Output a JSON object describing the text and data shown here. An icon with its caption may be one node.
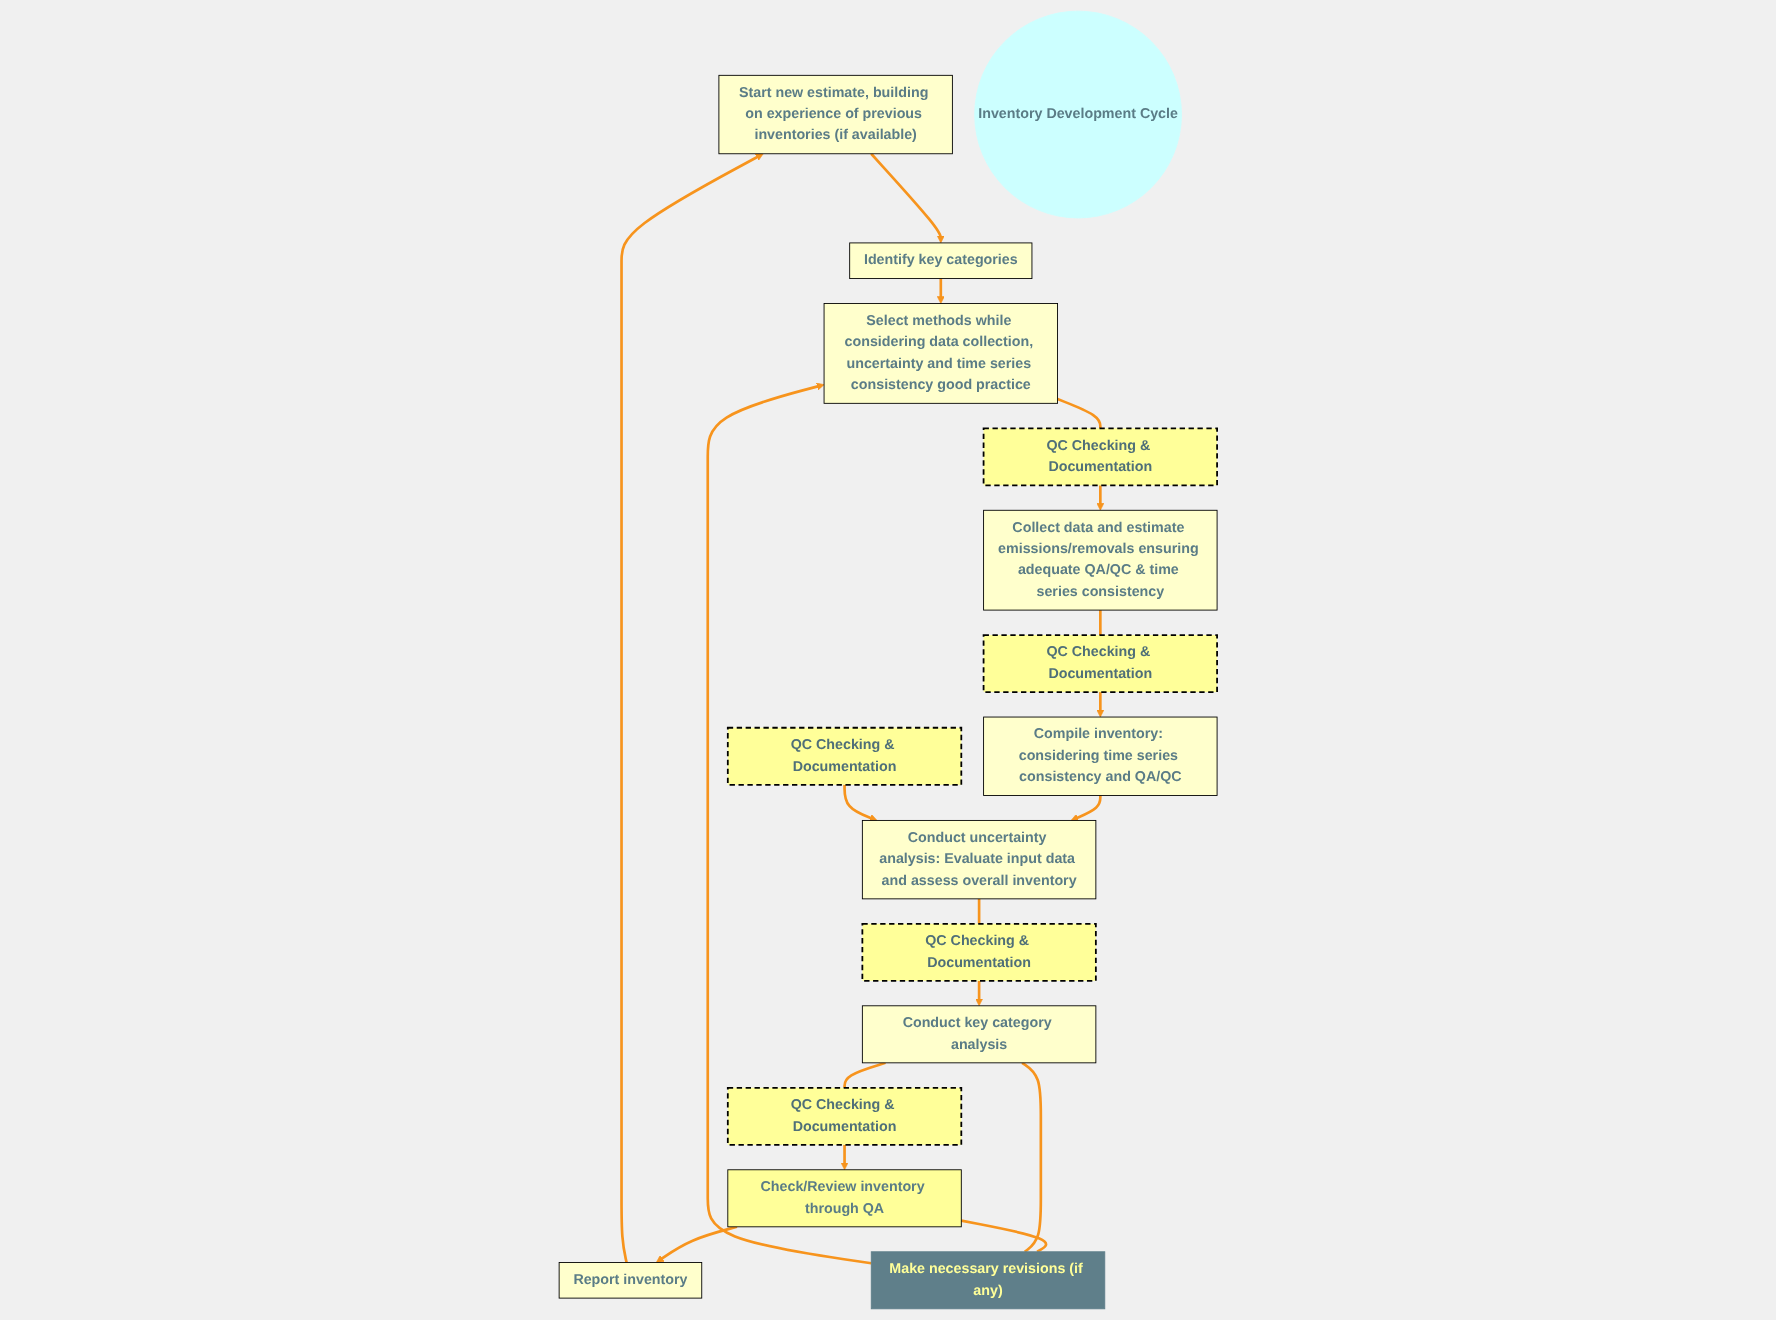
{
  "diagram": {
    "nodes": [
      {
        "text": [
          "Start new estimate, building on experience of previous inventories (if available)"
        ]
      },
      {
        "text": [
          "Report inventory"
        ]
      },
      {
        "text": [
          "Identify key categories"
        ]
      },
      {
        "text": [
          "Check/Review inventory through **QA**"
        ]
      },
      {
        "text": [
          "Make necessary revisions (if any)"
        ]
      },
      {
        "text": [
          "Select methods while considering data collection, uncertainty and time series consistency good practice"
        ]
      },
      {
        "text": [
          "QC Checking & Documentation"
        ]
      },
      {
        "text": [
          "QC Checking & Documentation"
        ]
      },
      {
        "text": [
          "Inventory Development Cycle"
        ]
      },
      {
        "text": [
          "Conduct key category analysis"
        ]
      },
      {
        "text": [
          "Collect data and estimate emissions/removals ensuring adequate QA/QC & time series consistency"
        ]
      },
      {
        "text": [
          "QC Checking & Documentation"
        ]
      },
      {
        "text": [
          "QC Checking & Documentation"
        ]
      },
      {
        "text": [
          "QC Checking & Documentation"
        ]
      },
      {
        "text": [
          "Conduct uncertainty analysis: Evaluate input data and assess overall inventory"
        ]
      },
      {
        "text": [
          "Compile inventory: considering time series consistency and QA/QC"
        ]
      }
    ],
    "edges": [
      {
        "from": 0,
        "to": 2,
        "arrow": "to"
      },
      {
        "from": 2,
        "to": 5,
        "arrow": "to"
      },
      {
        "from": 5,
        "to": 6,
        "arrow": "none"
      },
      {
        "from": 6,
        "to": 10,
        "arrow": "to"
      },
      {
        "from": 10,
        "to": 12,
        "arrow": "none"
      },
      {
        "from": 12,
        "to": 15,
        "arrow": "to"
      },
      {
        "from": 15,
        "to": 14,
        "arrow": "to"
      },
      {
        "from": 13,
        "to": 14,
        "arrow": "to"
      },
      {
        "from": 14,
        "to": 11,
        "arrow": "none"
      },
      {
        "from": 11,
        "to": 9,
        "arrow": "to"
      },
      {
        "from": 9,
        "to": 7,
        "arrow": "none"
      },
      {
        "from": 7,
        "to": 3,
        "arrow": "to"
      },
      {
        "from": 3,
        "to": 1,
        "arrow": "to"
      },
      {
        "from": 1,
        "to": 0,
        "arrow": "to"
      },
      {
        "from": 3,
        "to": 4,
        "arrow": "none"
      },
      {
        "from": 9,
        "to": 4,
        "arrow": "none"
      },
      {
        "from": 4,
        "to": 5,
        "arrow": "to"
      }
    ]
  }
}
